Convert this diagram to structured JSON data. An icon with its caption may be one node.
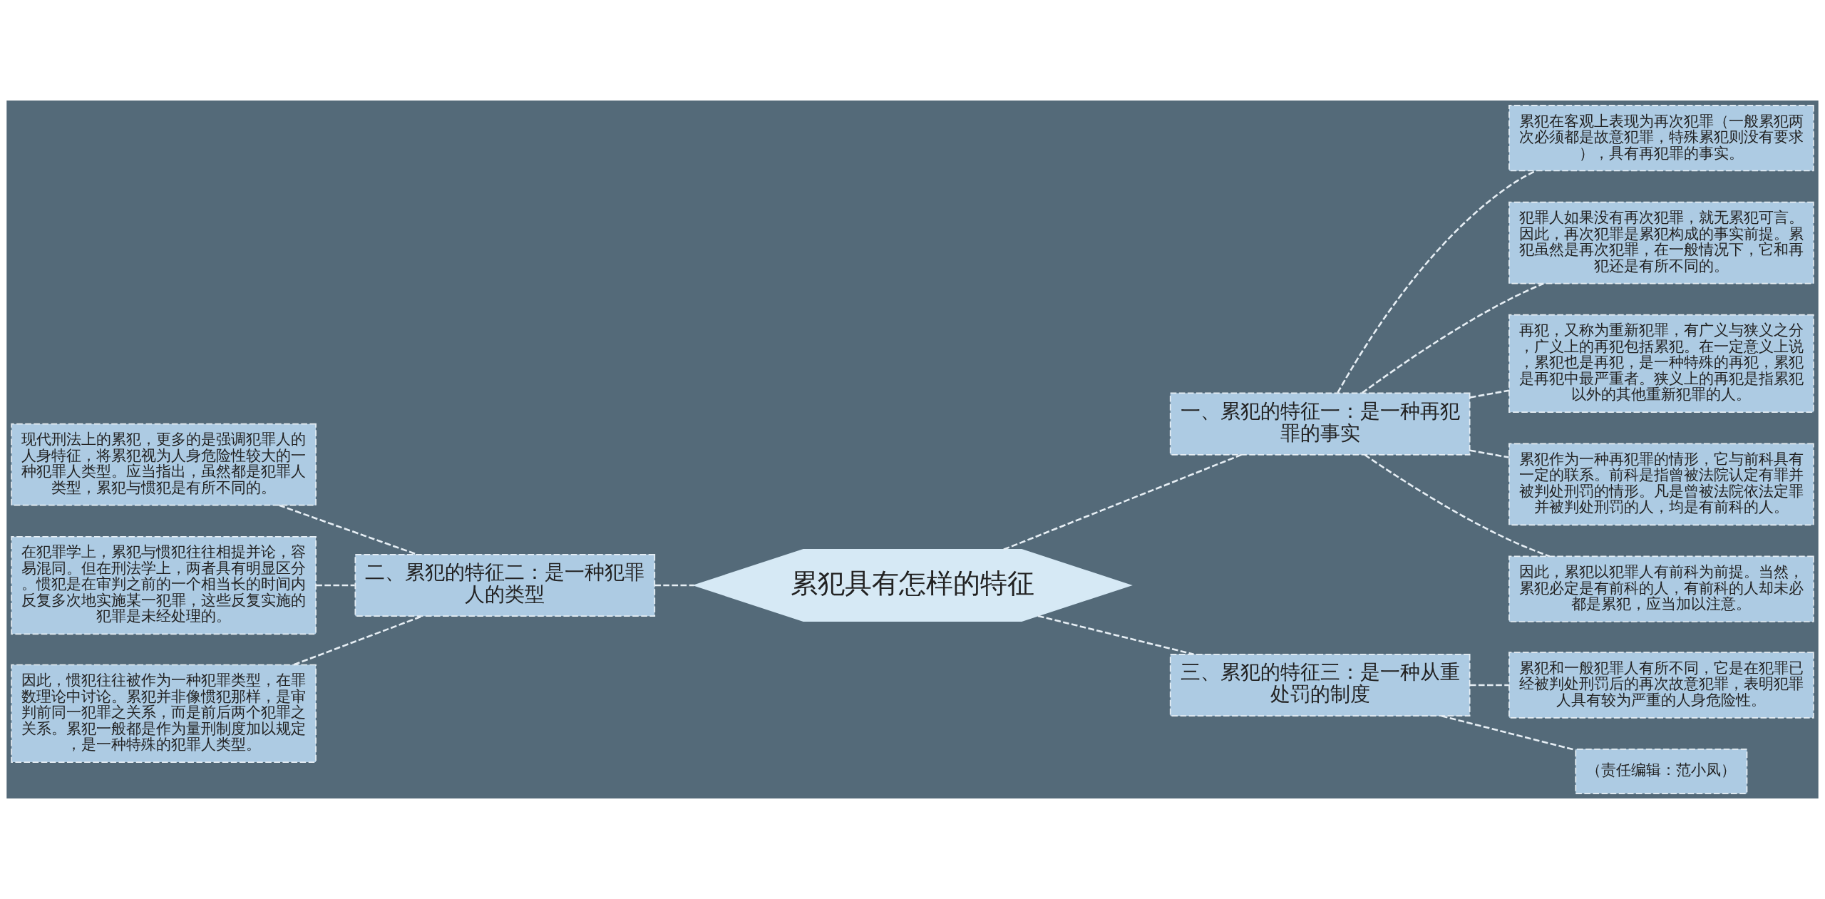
{
  "diagram": {
    "nodes": [
      {
        "text": [
          "累犯具有怎样的特征"
        ]
      },
      {
        "text": [
          "一、累犯的特征一：是一种再犯罪的事实"
        ]
      },
      {
        "text": [
          "累犯在客观上表现为再次犯罪（一般累犯两次必须都是故意犯罪，特殊累犯则没有要求），具有再犯罪的事实。"
        ]
      },
      {
        "text": [
          "犯罪人如果没有再次犯罪，就无累犯可言。因此，再次犯罪是累犯构成的事实前提。累犯虽然是再次犯罪，在一般情况下，它和再犯还是有所不同的。"
        ]
      },
      {
        "text": [
          "再犯，又称为重新犯罪，有广义与狭义之分，广义上的再犯包括累犯。在一定意义上说，累犯也是再犯，是一种特殊的再犯，累犯是再犯中最严重者。狭义上的再犯是指累犯以外的其他重新犯罪的人。"
        ]
      },
      {
        "text": [
          "累犯作为一种再犯罪的情形，它与前科具有一定的联系。前科是指曾被法院认定有罪并被判处刑罚的情形。凡是曾被法院依法定罪并被判处刑罚的人，均是有前科的人。"
        ]
      },
      {
        "text": [
          "因此，累犯以犯罪人有前科为前提。当然，累犯必定是有前科的人，有前科的人却未必都是累犯，应当加以注意。"
        ]
      },
      {
        "text": [
          "三、累犯的特征三：是一种从重处罚的制度"
        ]
      },
      {
        "text": [
          "累犯和一般犯罪人有所不同，它是在犯罪已经被判处刑罚后的再次故意犯罪，表明犯罪人具有较为严重的人身危险性。"
        ]
      },
      {
        "text": [
          "（责任编辑：范小凤）"
        ]
      },
      {
        "text": [
          "二、累犯的特征二：是一种犯罪人的类型"
        ]
      },
      {
        "text": [
          "现代刑法上的累犯，更多的是强调犯罪人的人身特征，将累犯视为人身危险性较大的一种犯罪人类型。应当指出，虽然都是犯罪人类型，累犯与惯犯是有所不同的。"
        ]
      },
      {
        "text": [
          "在犯罪学上，累犯与惯犯往往相提并论，容易混同。但在刑法学上，两者具有明显区分。惯犯是在审判之前的一个相当长的时间内反复多次地实施某一犯罪，这些反复实施的犯罪是未经处理的。"
        ]
      },
      {
        "text": [
          "因此，惯犯往往被作为一种犯罪类型，在罪数理论中讨论。累犯并非像惯犯那样，是审判前同一犯罪之关系，而是前后两个犯罪之关系。累犯一般都是作为量刑制度加以规定，是一种特殊的犯罪人类型。"
        ]
      }
    ],
    "edges": [
      {
        "from": 0,
        "to": 1,
        "arrow": "none",
        "style": "dashed"
      },
      {
        "from": 1,
        "to": 2,
        "arrow": "none",
        "style": "dashed"
      },
      {
        "from": 1,
        "to": 3,
        "arrow": "none",
        "style": "dashed"
      },
      {
        "from": 1,
        "to": 4,
        "arrow": "none",
        "style": "dashed"
      },
      {
        "from": 1,
        "to": 5,
        "arrow": "none",
        "style": "dashed"
      },
      {
        "from": 1,
        "to": 6,
        "arrow": "none",
        "style": "dashed"
      },
      {
        "from": 0,
        "to": 7,
        "arrow": "none",
        "style": "dashed"
      },
      {
        "from": 7,
        "to": 8,
        "arrow": "none",
        "style": "dashed"
      },
      {
        "from": 7,
        "to": 9,
        "arrow": "none",
        "style": "dashed"
      },
      {
        "from": 10,
        "to": 0,
        "arrow": "none",
        "style": "dashed"
      },
      {
        "from": 11,
        "to": 10,
        "arrow": "none",
        "style": "dashed"
      },
      {
        "from": 12,
        "to": 10,
        "arrow": "none",
        "style": "dashed"
      },
      {
        "from": 13,
        "to": 10,
        "arrow": "none",
        "style": "dashed"
      }
    ]
  }
}
